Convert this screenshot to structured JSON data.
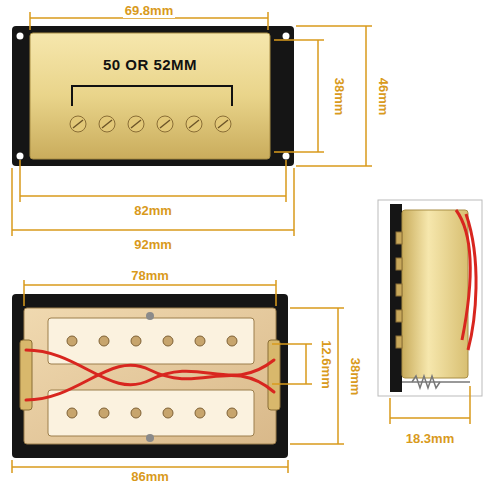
{
  "diagram": {
    "labels": [
      "69.8mm",
      "50 OR 52MM",
      "38mm",
      "46mm",
      "82mm",
      "92mm",
      "78mm",
      "12.6mm",
      "38mm",
      "86mm",
      "18.3mm"
    ]
  }
}
